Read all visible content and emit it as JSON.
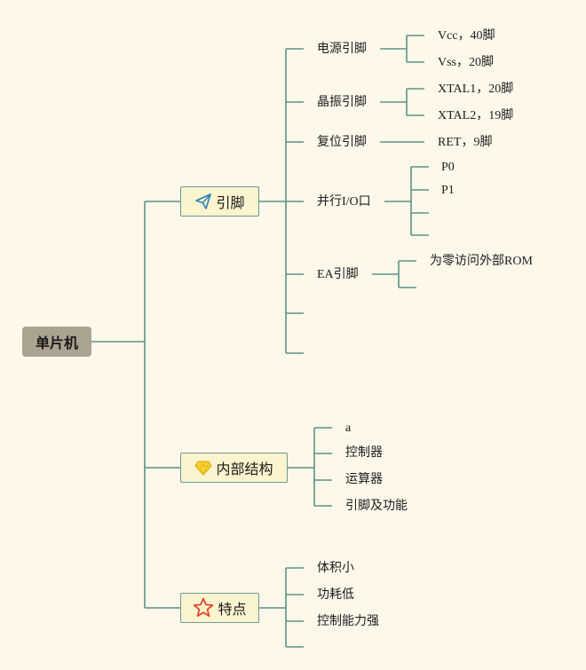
{
  "root": {
    "label": "单片机"
  },
  "topics": {
    "pins": {
      "label": "引脚",
      "icon": "paper-plane-icon",
      "children": [
        {
          "label": "电源引脚",
          "children": [
            "Vcc，40脚",
            "Vss，20脚"
          ]
        },
        {
          "label": "晶振引脚",
          "children": [
            "XTAL1，20脚",
            "XTAL2，19脚"
          ]
        },
        {
          "label": "复位引脚",
          "children": [
            "RET，9脚"
          ]
        },
        {
          "label": "并行I/O口",
          "children": [
            "P0",
            "P1",
            "",
            ""
          ]
        },
        {
          "label": "EA引脚",
          "children": [
            "为零访问外部ROM",
            ""
          ]
        },
        {
          "label": ""
        },
        {
          "label": ""
        }
      ]
    },
    "structure": {
      "label": "内部结构",
      "icon": "diamond-icon",
      "children": [
        "a",
        "控制器",
        "运算器",
        "引脚及功能"
      ]
    },
    "features": {
      "label": "特点",
      "icon": "star-icon",
      "children": [
        "体积小",
        "功耗低",
        "控制能力强",
        ""
      ]
    }
  },
  "colors": {
    "background": "#fdf8ea",
    "line": "#5b9384",
    "root_fill": "#aba392",
    "topic_fill": "#fcf3cf",
    "topic_border": "#6d9a8d"
  }
}
